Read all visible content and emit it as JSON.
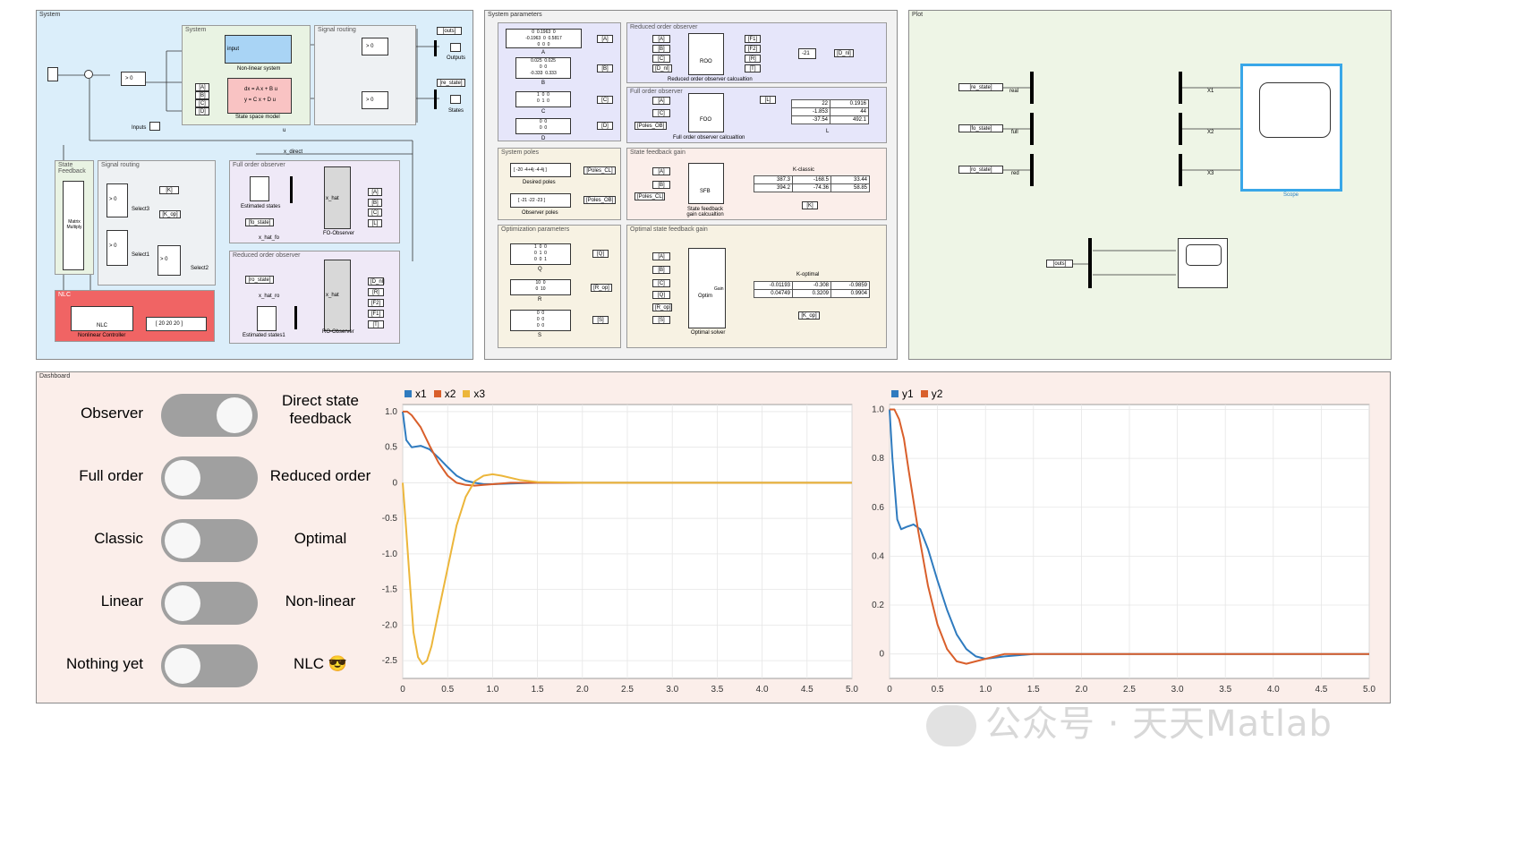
{
  "panels": {
    "system": "System",
    "system_params": "System parameters",
    "plot": "Plot",
    "dashboard": "Dashboard"
  },
  "system_panel": {
    "sub_system": "System",
    "sub_signal_routing": "Signal routing",
    "sub_state_feedback": "State Feedback",
    "sub_signal_routing2": "Signal routing",
    "sub_full_order": "Full order observer",
    "sub_reduced_order": "Reduced order observer",
    "sub_nlc": "NLC",
    "nonlinear_system_label": "Non-linear system",
    "nonlinear_input": "input",
    "state_space_eq1": "dx = A x + B u",
    "state_space_eq2": "y = C x + D u",
    "state_space_label": "State space model",
    "inputs_label": "Inputs",
    "outputs_label": "Outputs",
    "states_label": "States",
    "tag_outs": "[outs]",
    "tag_re_state": "[re_state]",
    "tag_A": "[A]",
    "tag_B": "[B]",
    "tag_C": "[C]",
    "tag_D": "[D]",
    "tag_K": "[K]",
    "tag_K_op": "[K_op]",
    "select3": "Select3",
    "select1": "Select1",
    "select2": "Select2",
    "matrix_multiply": "Matrix Multiply",
    "x_direct": "x_direct",
    "u_label": "u",
    "estimated_states": "Estimated states",
    "estimated_states1": "Estimated states1",
    "fo_state": "[fo_state]",
    "ro_state": "[ro_state]",
    "x_hat_fo": "x_hat_fo",
    "x_hat_ro": "x_hat_ro",
    "fo_observer": "FO-Observer",
    "ro_observer": "RO-Observer",
    "x_hat": "x_hat",
    "nlc_block": "NLC",
    "nlc_controller": "Nonlinear Controller",
    "nlc_const": "[ 20  20  20 ]",
    "switch_label": "> 0",
    "tag_D_nl": "[D_nl]",
    "tag_R": "[R]",
    "tag_F2": "[F2]",
    "tag_F1": "[F1]",
    "tag_T": "[T]",
    "tag_L": "[L]"
  },
  "params_panel": {
    "matA_label": "A",
    "matB_label": "B",
    "matC_label": "C",
    "matD_label": "D",
    "sub_system_poles": "System poles",
    "desired_poles": "Desired poles",
    "observer_poles": "Observer poles",
    "poles_cl_vec": "[ -20  -4+4j  -4-4j ]",
    "poles_ob_vec": "[ -21  -22  -23 ]",
    "tag_poles_cl": "[Poles_CL]",
    "tag_poles_ob": "[Poles_OB]",
    "sub_opt_params": "Optimization parameters",
    "mat_Q": "Q",
    "mat_R": "R",
    "mat_S": "S",
    "tag_Q": "[Q]",
    "tag_R_op": "[R_op]",
    "tag_S": "[S]",
    "sub_roo": "Reduced order observer",
    "roo_block": "ROO",
    "roo_label": "Reduced order observer calcualtion",
    "sub_foo": "Full order observer",
    "foo_block": "FOO",
    "foo_label": "Full order observer calcualtion",
    "sub_sfg": "State feedback gain",
    "sfb_block": "SFB",
    "sfb_label": "State feedback gain calcualtion",
    "sub_osfg": "Optimal state feedback gain",
    "optim_block": "Optim",
    "optim_label": "Optimal solver",
    "gain_port": "Gain",
    "L_label": "L",
    "L_vals": [
      [
        "22",
        "0.1916"
      ],
      [
        "-1.853",
        "44"
      ],
      [
        "-37.54",
        "492.1"
      ]
    ],
    "k_classic_label": "K-classic",
    "k_classic_vals": [
      [
        "387.3",
        "-168.5",
        "33.44"
      ],
      [
        "394.2",
        "-74.36",
        "58.85"
      ]
    ],
    "k_optimal_label": "K-optimal",
    "k_optimal_vals": [
      [
        "-0.01193",
        "-0.308",
        "-0.9859"
      ],
      [
        "0.04749",
        "0.3209",
        "0.9904"
      ]
    ],
    "tag_K": "[K]",
    "tag_K_op": "[K_op]",
    "tag_A": "[A]",
    "tag_B": "[B]",
    "tag_C": "[C]",
    "tag_D": "[D]",
    "tag_D_nl_out": "[D_nl]",
    "tag_F1": "[F1]",
    "tag_F2": "[F2]",
    "tag_R": "[R]",
    "tag_T": "[T]",
    "tag_L": "[L]",
    "const_21": "-21"
  },
  "plot_panel": {
    "re_state": "[re_state]",
    "fo_state": "[fo_state]",
    "ro_state": "[ro_state]",
    "real": "real",
    "full": "full",
    "red": "red",
    "x1": "X1",
    "x2": "X2",
    "x3": "X3",
    "scope": "Scope",
    "outs": "[outs]"
  },
  "dashboard": {
    "toggles": [
      {
        "left": "Observer",
        "right": "Direct state feedback",
        "state": "right"
      },
      {
        "left": "Full order",
        "right": "Reduced order",
        "state": "left"
      },
      {
        "left": "Classic",
        "right": "Optimal",
        "state": "left"
      },
      {
        "left": "Linear",
        "right": "Non-linear",
        "state": "left"
      },
      {
        "left": "Nothing yet",
        "right": "NLC 😎",
        "state": "left"
      }
    ]
  },
  "colors": {
    "system_bg": "#dbeefa",
    "params_bg": "#f2f2f2",
    "plot_bg": "#eef5e6",
    "dashboard_bg": "#fbeeea",
    "nlc_bg": "#f06464",
    "ssm_bg": "#f9c3c3",
    "nls_bg": "#a9d4f5",
    "series_blue": "#2f7bbf",
    "series_orange": "#d95f2b",
    "series_yellow": "#ecb63b"
  },
  "chart_data": [
    {
      "type": "line",
      "title": "",
      "xlabel": "",
      "ylabel": "",
      "xlim": [
        0,
        5
      ],
      "ylim": [
        -2.75,
        1.1
      ],
      "xticks": [
        "0",
        "0.5",
        "1.0",
        "1.5",
        "2.0",
        "2.5",
        "3.0",
        "3.5",
        "4.0",
        "4.5",
        "5.0"
      ],
      "yticks": [
        "1.0",
        "0.5",
        "0",
        "-0.5",
        "-1.0",
        "-1.5",
        "-2.0",
        "-2.5"
      ],
      "legend_position": "top-left",
      "series": [
        {
          "name": "x1",
          "color": "#2f7bbf",
          "x": [
            0,
            0.04,
            0.1,
            0.2,
            0.3,
            0.4,
            0.5,
            0.6,
            0.7,
            0.8,
            0.9,
            1.0,
            1.2,
            1.5,
            2,
            5
          ],
          "y": [
            1.0,
            0.6,
            0.5,
            0.52,
            0.47,
            0.35,
            0.22,
            0.1,
            0.03,
            0.0,
            -0.02,
            -0.02,
            -0.01,
            0,
            0,
            0
          ]
        },
        {
          "name": "x2",
          "color": "#d95f2b",
          "x": [
            0,
            0.05,
            0.1,
            0.2,
            0.3,
            0.4,
            0.5,
            0.6,
            0.7,
            0.8,
            0.9,
            1.0,
            1.2,
            1.5,
            2,
            5
          ],
          "y": [
            1.0,
            1.0,
            0.95,
            0.78,
            0.52,
            0.28,
            0.1,
            0.0,
            -0.03,
            -0.04,
            -0.03,
            -0.02,
            0,
            0,
            0,
            0
          ]
        },
        {
          "name": "x3",
          "color": "#ecb63b",
          "x": [
            0,
            0.03,
            0.08,
            0.12,
            0.17,
            0.22,
            0.27,
            0.32,
            0.4,
            0.5,
            0.6,
            0.7,
            0.8,
            0.9,
            1.0,
            1.1,
            1.3,
            1.5,
            2,
            5
          ],
          "y": [
            0,
            -0.5,
            -1.4,
            -2.1,
            -2.45,
            -2.55,
            -2.5,
            -2.3,
            -1.8,
            -1.2,
            -0.6,
            -0.2,
            0.02,
            0.1,
            0.12,
            0.1,
            0.04,
            0.01,
            0,
            0
          ]
        }
      ]
    },
    {
      "type": "line",
      "title": "",
      "xlabel": "",
      "ylabel": "",
      "xlim": [
        0,
        5
      ],
      "ylim": [
        -0.1,
        1.02
      ],
      "xticks": [
        "0",
        "0.5",
        "1.0",
        "1.5",
        "2.0",
        "2.5",
        "3.0",
        "3.5",
        "4.0",
        "4.5",
        "5.0"
      ],
      "yticks": [
        "1.0",
        "0.8",
        "0.6",
        "0.4",
        "0.2",
        "0"
      ],
      "legend_position": "top-left",
      "series": [
        {
          "name": "y1",
          "color": "#2f7bbf",
          "x": [
            0,
            0.03,
            0.08,
            0.12,
            0.18,
            0.25,
            0.32,
            0.4,
            0.5,
            0.6,
            0.7,
            0.8,
            0.9,
            1.0,
            1.2,
            1.5,
            2,
            5
          ],
          "y": [
            1.0,
            0.8,
            0.55,
            0.51,
            0.52,
            0.53,
            0.51,
            0.43,
            0.3,
            0.18,
            0.08,
            0.02,
            -0.01,
            -0.02,
            -0.01,
            0,
            0,
            0
          ]
        },
        {
          "name": "y2",
          "color": "#d95f2b",
          "x": [
            0,
            0.05,
            0.1,
            0.15,
            0.2,
            0.3,
            0.4,
            0.5,
            0.6,
            0.7,
            0.8,
            0.9,
            1.0,
            1.2,
            1.5,
            2,
            5
          ],
          "y": [
            1.0,
            1.0,
            0.96,
            0.88,
            0.75,
            0.5,
            0.28,
            0.12,
            0.02,
            -0.03,
            -0.04,
            -0.03,
            -0.02,
            0,
            0,
            0,
            0
          ]
        }
      ]
    }
  ]
}
